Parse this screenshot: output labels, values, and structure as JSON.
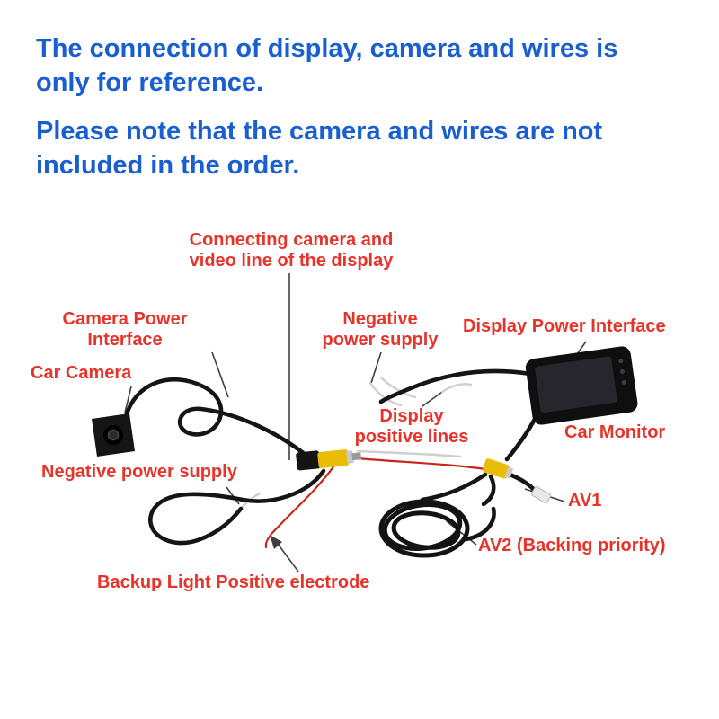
{
  "title_notes": {
    "reference_note_line1": "The connection of display, camera and wires is",
    "reference_note_line2": "only for reference.",
    "inclusion_note_line1": "Please note that the camera and wires are not",
    "inclusion_note_line2": "included in the order."
  },
  "labels": {
    "connecting_camera_l1": "Connecting camera and",
    "connecting_camera_l2": "video line of the display",
    "camera_power_l1": "Camera Power",
    "camera_power_l2": "Interface",
    "negative_power_top_l1": "Negative",
    "negative_power_top_l2": "power supply",
    "display_power": "Display Power Interface",
    "car_camera": "Car Camera",
    "display_positive_l1": "Display",
    "display_positive_l2": "positive lines",
    "car_monitor": "Car Monitor",
    "negative_power_bottom": "Negative power supply",
    "av1": "AV1",
    "av2": "AV2 (Backing priority)",
    "backup_light": "Backup Light Positive electrode"
  },
  "colors": {
    "note_text": "#1a5fd0",
    "label_text": "#e8332a",
    "cable_black": "#151515",
    "red_wire": "#c9251a",
    "white_wire": "#cfcfcf",
    "rca_yellow": "#e9bd06",
    "leader_line": "#3f3f3f"
  }
}
